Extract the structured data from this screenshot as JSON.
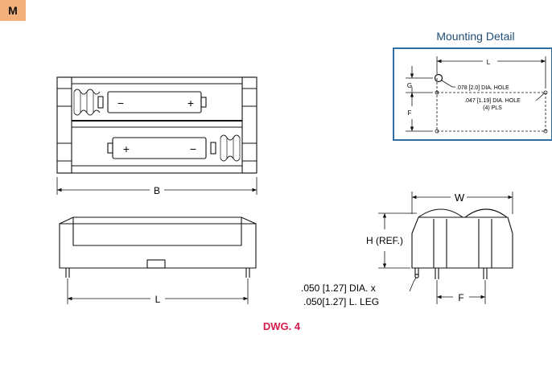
{
  "badge": {
    "label": "M"
  },
  "mounting_detail": {
    "title": "Mounting Detail",
    "dim_l": "L",
    "dim_g": "G",
    "dim_f": "F",
    "hole_large": ".078 [2.0] DIA. HOLE",
    "hole_small": ".047 [1.19] DIA. HOLE",
    "hole_small_qty": "(4) PLS"
  },
  "top_view": {
    "dim_b": "B",
    "polarity_top_left": "−",
    "polarity_top_right": "+",
    "polarity_bottom_left": "+",
    "polarity_bottom_right": "−"
  },
  "side_view": {
    "dim_l": "L"
  },
  "end_view": {
    "dim_w": "W",
    "dim_h": "H (REF.)",
    "dim_f": "F",
    "leg_note_line1": ".050 [1.27] DIA. x",
    "leg_note_line2": ".050[1.27] L. LEG"
  },
  "drawing_label": "DWG. 4",
  "colors": {
    "badge": "#f2b07a",
    "title_blue": "#1f4e79",
    "box_border": "#2f6ea3",
    "dwg_red": "#d81b4a"
  }
}
